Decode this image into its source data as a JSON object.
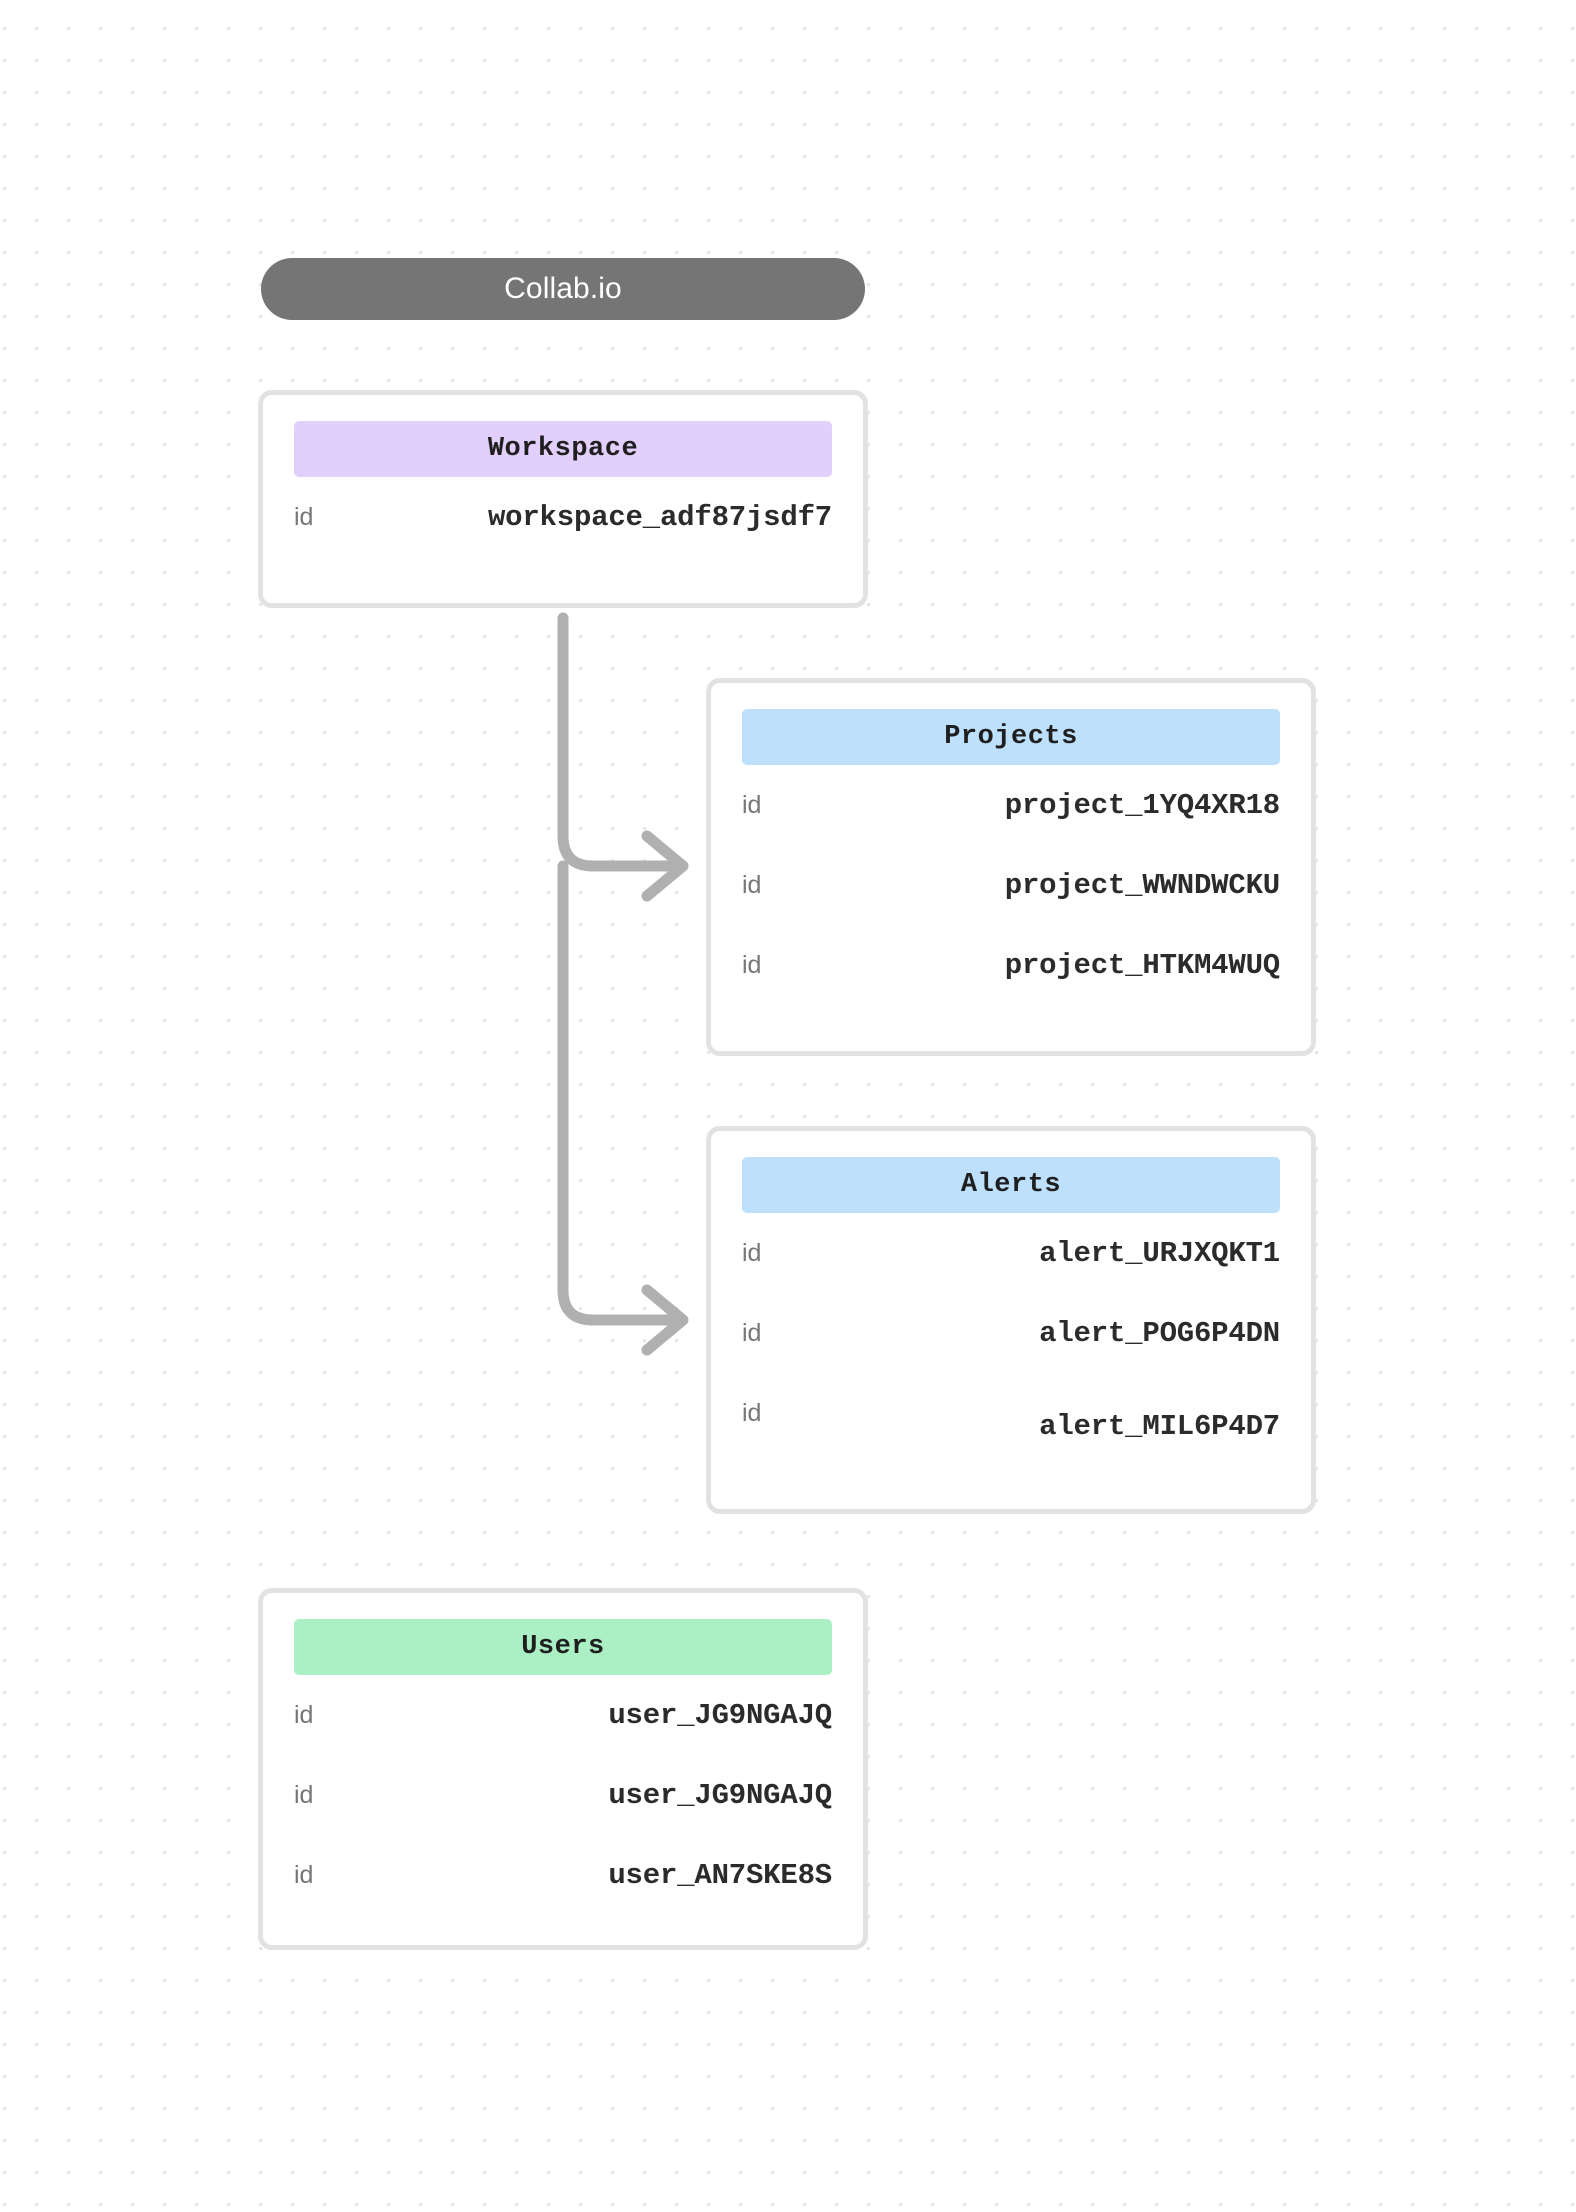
{
  "diagram": {
    "title": "Collab.io",
    "background": "dotted-grid",
    "colors": {
      "title_pill": "#757575",
      "card_border": "#e2e2e2",
      "header_workspace": "#e2cffb",
      "header_projects": "#bde0fd",
      "header_alerts": "#bde0fd",
      "header_users": "#abf0c4",
      "connector": "#b0b0b0",
      "key_text": "#767676",
      "value_text": "#2b2b2b",
      "grid_dot": "#e4e4e4"
    },
    "entities": [
      {
        "name": "workspace",
        "title": "Workspace",
        "header_color": "#e2cffb",
        "rows": [
          {
            "key": "id",
            "value": "workspace_adf87jsdf7"
          }
        ]
      },
      {
        "name": "projects",
        "title": "Projects",
        "header_color": "#bde0fd",
        "rows": [
          {
            "key": "id",
            "value": "project_1YQ4XR18"
          },
          {
            "key": "id",
            "value": "project_WWNDWCKU"
          },
          {
            "key": "id",
            "value": "project_HTKM4WUQ"
          }
        ]
      },
      {
        "name": "alerts",
        "title": "Alerts",
        "header_color": "#bde0fd",
        "rows": [
          {
            "key": "id",
            "value": "alert_URJXQKT1"
          },
          {
            "key": "id",
            "value": "alert_POG6P4DN"
          },
          {
            "key": "id",
            "value": "alert_MIL6P4D7"
          }
        ]
      },
      {
        "name": "users",
        "title": "Users",
        "header_color": "#abf0c4",
        "rows": [
          {
            "key": "id",
            "value": "user_JG9NGAJQ"
          },
          {
            "key": "id",
            "value": "user_JG9NGAJQ"
          },
          {
            "key": "id",
            "value": "user_AN7SKE8S"
          }
        ]
      }
    ],
    "connections": [
      {
        "from": "workspace",
        "to": "projects",
        "style": "elbow-arrow"
      },
      {
        "from": "workspace",
        "to": "alerts",
        "style": "elbow-arrow"
      }
    ]
  }
}
